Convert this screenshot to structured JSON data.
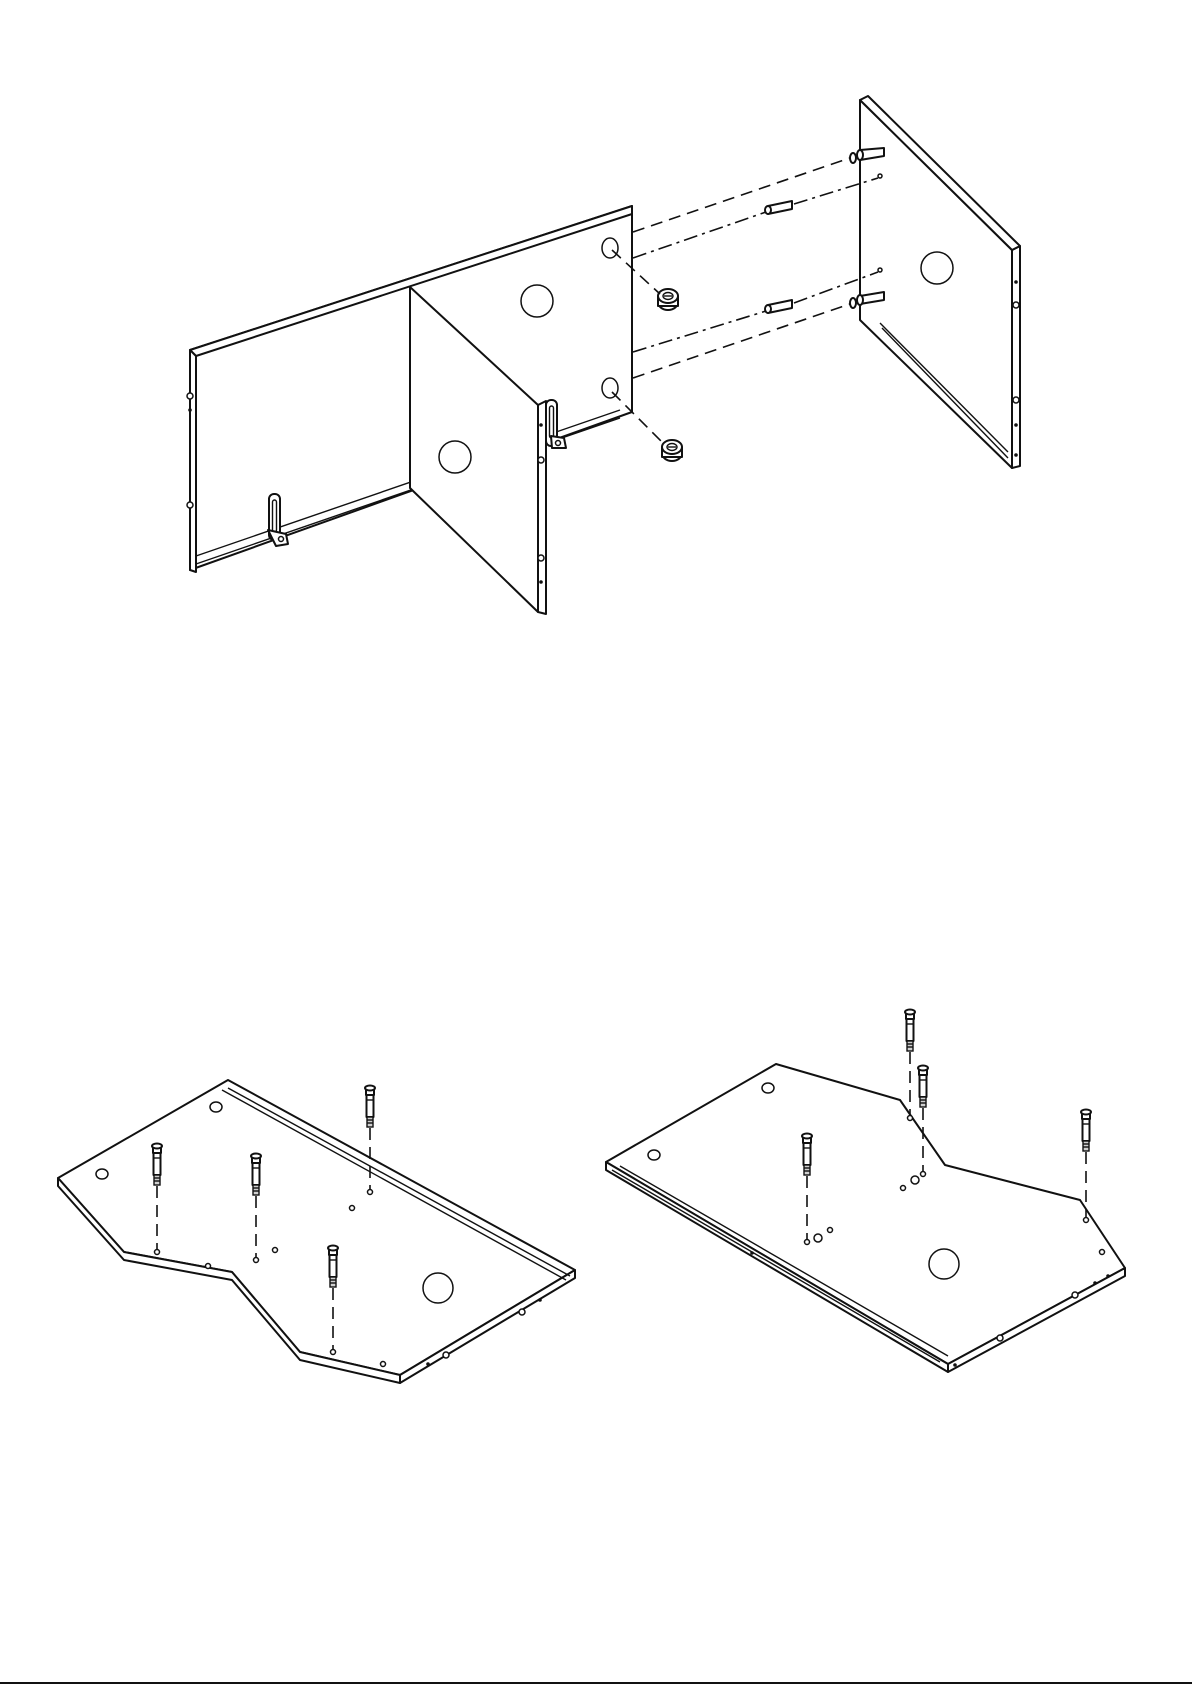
{
  "figures": [
    {
      "id": "step-panel-joining",
      "parts": [
        "left-panel",
        "divider-panel",
        "right-panel",
        "cam-lock",
        "dowel",
        "cam-bolt",
        "l-bracket"
      ]
    },
    {
      "id": "step-top-left-bolts",
      "parts": [
        "shaped-board",
        "cam-bolt"
      ]
    },
    {
      "id": "step-top-right-bolts",
      "parts": [
        "shaped-board",
        "cam-bolt"
      ]
    }
  ],
  "icons": {
    "cam_lock": "cam-lock-icon",
    "dowel": "wooden-dowel-icon",
    "cam_bolt": "cam-bolt-icon",
    "bracket": "l-bracket-icon"
  },
  "colors": {
    "line": "#111111",
    "paper": "#ffffff"
  }
}
